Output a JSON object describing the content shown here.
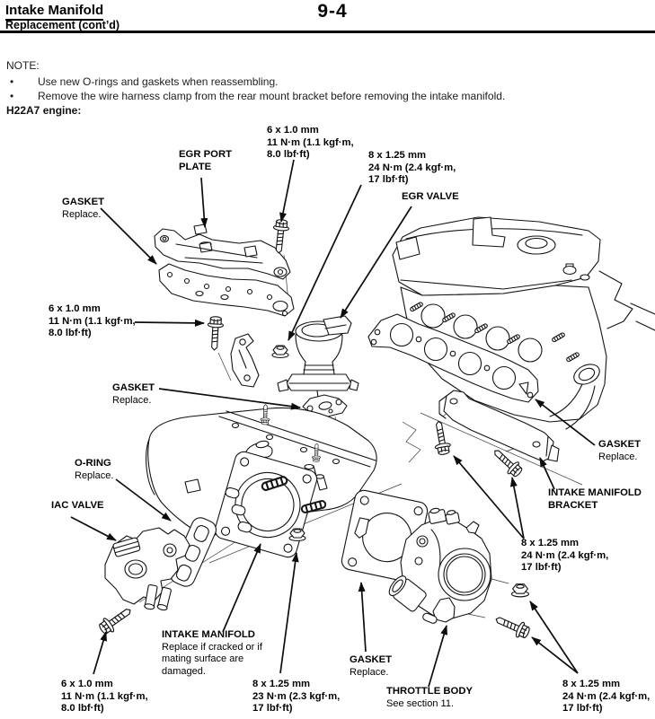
{
  "header": {
    "title": "Intake Manifold",
    "subtitle": "Replacement (cont’d)",
    "page_number": "9-4"
  },
  "note": {
    "heading": "NOTE:",
    "bullet_glyph": "•",
    "items": [
      "Use new O-rings and gaskets when reassembling.",
      "Remove the wire harness clamp from the rear mount bracket before removing the intake manifold."
    ],
    "engine_heading": "H22A7 engine:"
  },
  "diagram": {
    "labels": [
      {
        "name": "torque-spec-egr-plate-bolt-top",
        "lines": [
          "6 x 1.0 mm",
          "11 N·m (1.1 kgf·m,",
          "8.0 lbf·ft)"
        ]
      },
      {
        "name": "egr-port-plate",
        "lines": [
          "EGR PORT",
          "PLATE"
        ]
      },
      {
        "name": "torque-spec-egr-valve-nut",
        "lines": [
          "8 x 1.25 mm",
          "24 N·m (2.4 kgf·m,",
          "17 lbf·ft)"
        ]
      },
      {
        "name": "egr-valve",
        "lines": [
          "EGR VALVE"
        ]
      },
      {
        "name": "gasket-egr-plate",
        "lines": [
          "GASKET",
          "Replace."
        ]
      },
      {
        "name": "torque-spec-egr-plate-bolt-left",
        "lines": [
          "6 x 1.0 mm",
          "11 N·m (1.1 kgf·m,",
          "8.0 lbf·ft)"
        ]
      },
      {
        "name": "gasket-egr-valve",
        "lines": [
          "GASKET",
          "Replace."
        ]
      },
      {
        "name": "o-ring",
        "lines": [
          "O-RING",
          "Replace."
        ]
      },
      {
        "name": "iac-valve",
        "lines": [
          "IAC VALVE"
        ]
      },
      {
        "name": "gasket-intake-manifold",
        "lines": [
          "GASKET",
          "Replace."
        ]
      },
      {
        "name": "intake-manifold-bracket",
        "lines": [
          "INTAKE MANIFOLD",
          "BRACKET"
        ]
      },
      {
        "name": "torque-spec-bracket-bolts",
        "lines": [
          "8 x 1.25 mm",
          "24 N·m (2.4 kgf·m,",
          "17 lbf·ft)"
        ]
      },
      {
        "name": "intake-manifold",
        "lines": [
          "INTAKE MANIFOLD",
          "Replace if cracked or if",
          "mating surface are",
          "damaged."
        ]
      },
      {
        "name": "torque-spec-iac-bolt",
        "lines": [
          "6 x 1.0 mm",
          "11 N·m (1.1 kgf·m,",
          "8.0 lbf·ft)"
        ]
      },
      {
        "name": "torque-spec-manifold-nut",
        "lines": [
          "8 x 1.25 mm",
          "23 N·m (2.3 kgf·m,",
          "17 lbf·ft)"
        ]
      },
      {
        "name": "gasket-throttle-body",
        "lines": [
          "GASKET",
          "Replace."
        ]
      },
      {
        "name": "throttle-body",
        "lines": [
          "THROTTLE BODY",
          "See section 11."
        ]
      },
      {
        "name": "torque-spec-throttle-body-bolts",
        "lines": [
          "8 x 1.25 mm",
          "24 N·m (2.4 kgf·m,",
          "17 lbf·ft)"
        ]
      }
    ]
  }
}
